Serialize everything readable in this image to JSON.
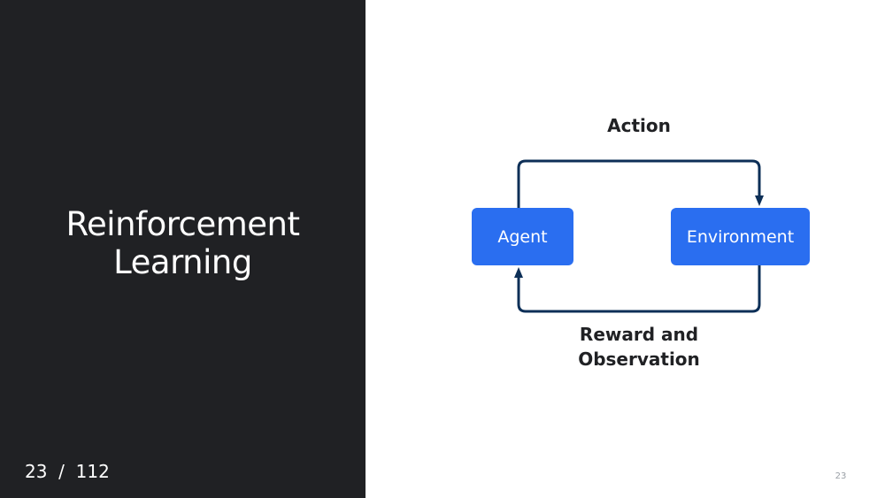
{
  "title": {
    "line1": "Reinforcement",
    "line2": "Learning"
  },
  "slide_counter": "23  /  112",
  "page_number": "23",
  "diagram": {
    "nodes": {
      "agent": "Agent",
      "environment": "Environment"
    },
    "edges": {
      "action_label": "Action",
      "reward_label_line1": "Reward and",
      "reward_label_line2": "Observation"
    }
  },
  "colors": {
    "left_panel": "#202124",
    "node_fill": "#2a6ef0",
    "edge_stroke": "#0d2f57",
    "text_dark": "#202124"
  }
}
